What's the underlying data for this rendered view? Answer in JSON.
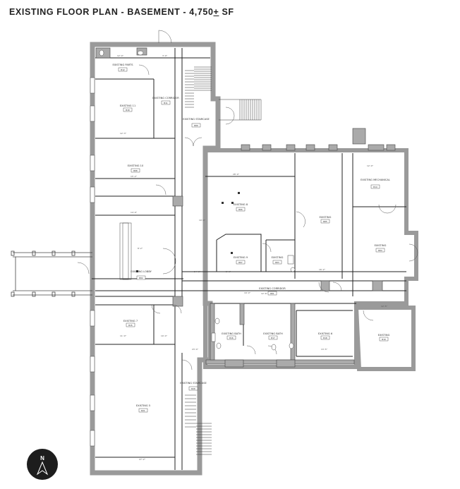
{
  "title": {
    "main": "EXISTING FLOOR PLAN - BASEMENT - 4,750",
    "pm": "+",
    "unit": " SF"
  },
  "compass": {
    "letter": "N"
  },
  "rooms": [
    {
      "label": "EXISTING PARTS",
      "num": "B12"
    },
    {
      "label": "EXISTING CORRIDOR",
      "num": "B11"
    },
    {
      "label": "EXISTING 11",
      "num": "B10"
    },
    {
      "label": "EXISTING STAIRCASE",
      "num": "B09"
    },
    {
      "label": "EXISTING 10",
      "num": "B08"
    },
    {
      "label": "EXISTING MECHANICAL",
      "num": "B14"
    },
    {
      "label": "EXISTING 8",
      "num": "B06"
    },
    {
      "label": "EXISTING",
      "num": "B05"
    },
    {
      "label": "EXISTING",
      "num": "B04"
    },
    {
      "label": "EXISTING 9",
      "num": "B07"
    },
    {
      "label": "EXISTING",
      "num": "B03"
    },
    {
      "label": "EXISTING LOBBY",
      "num": "B02"
    },
    {
      "label": "EXISTING CORRIDOR",
      "num": "B01"
    },
    {
      "label": "EXISTING 7",
      "num": "B15"
    },
    {
      "label": "EXISTING BATH",
      "num": "B16"
    },
    {
      "label": "EXISTING BATH",
      "num": "B17"
    },
    {
      "label": "EXISTING 6",
      "num": "B18"
    },
    {
      "label": "EXISTING",
      "num": "B19"
    },
    {
      "label": "EXISTING STAIRCASE",
      "num": "B20"
    },
    {
      "label": "EXISTING 5",
      "num": "B21"
    }
  ],
  "dims": [
    "12'-0\"",
    "3'-0\"",
    "12'-3\"",
    "15'-2\"",
    "14'-9\"",
    "28'-0\"",
    "16'-2\"",
    "12'-6\"",
    "11'-0\"",
    "10'-4\"",
    "13'-5\"",
    "23'-4\"",
    "19'-0\"",
    "14'-6\"",
    "5'-6\"",
    "12'-0\"",
    "8'-2\"",
    "12'-5\"",
    "10'-4\"",
    "27'-2\""
  ]
}
